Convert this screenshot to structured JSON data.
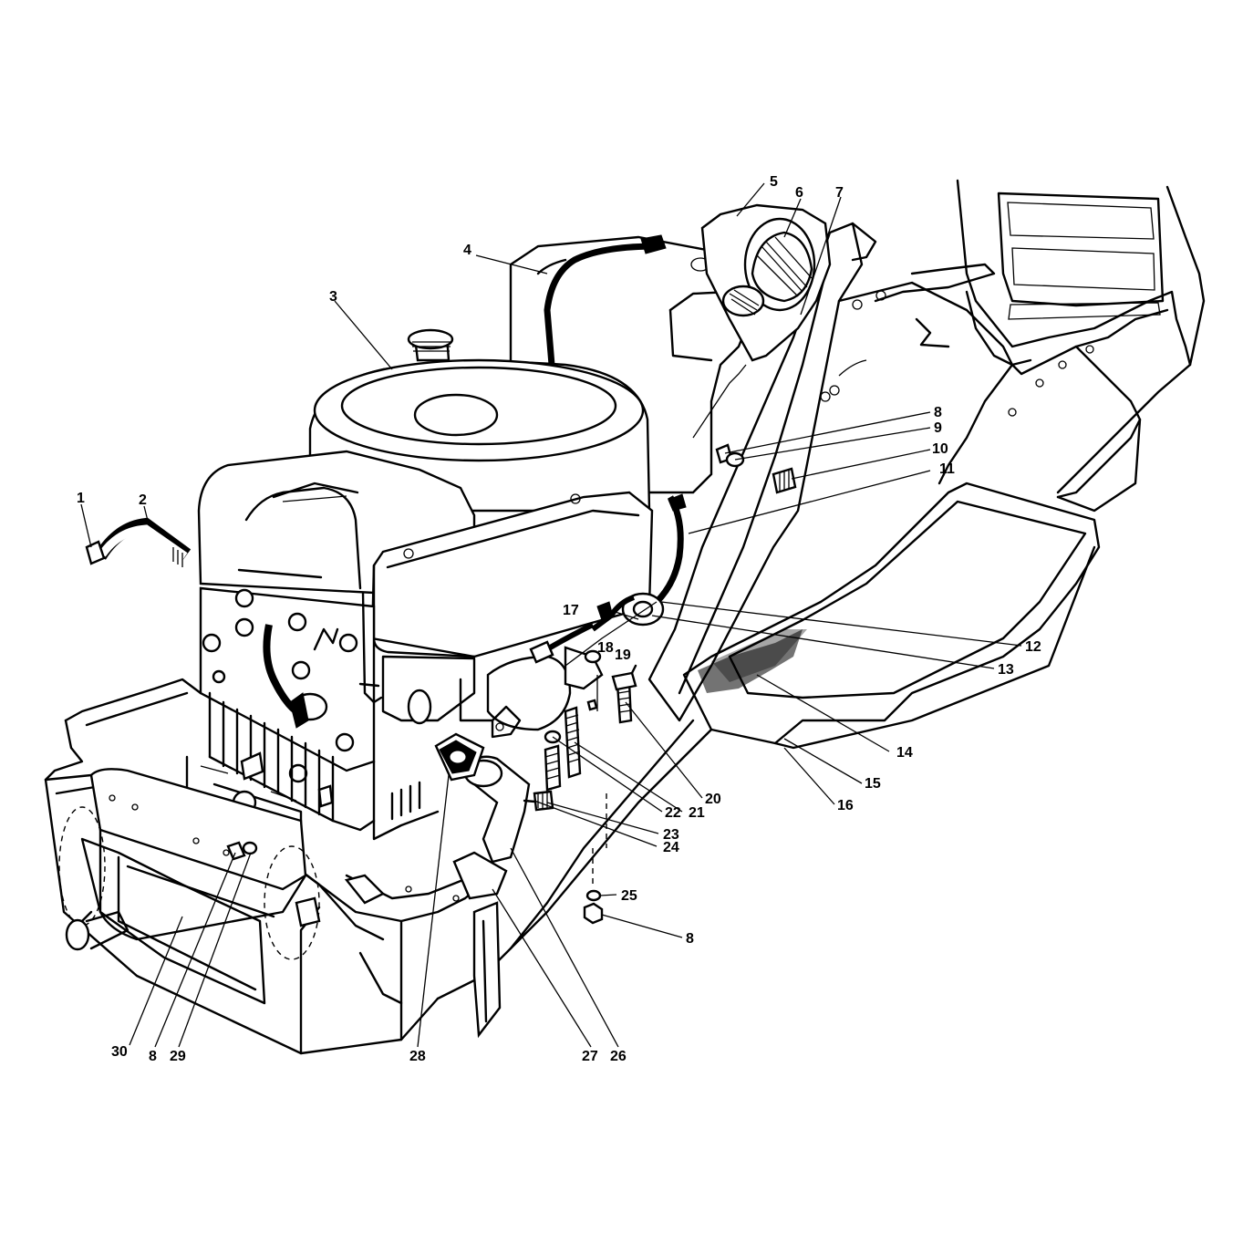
{
  "diagram": {
    "callouts": [
      {
        "id": "c1",
        "label": "1"
      },
      {
        "id": "c2",
        "label": "2"
      },
      {
        "id": "c3",
        "label": "3"
      },
      {
        "id": "c4",
        "label": "4"
      },
      {
        "id": "c5",
        "label": "5"
      },
      {
        "id": "c6",
        "label": "6"
      },
      {
        "id": "c7",
        "label": "7"
      },
      {
        "id": "c8a",
        "label": "8"
      },
      {
        "id": "c9",
        "label": "9"
      },
      {
        "id": "c10",
        "label": "10"
      },
      {
        "id": "c11",
        "label": "11"
      },
      {
        "id": "c12",
        "label": "12"
      },
      {
        "id": "c13",
        "label": "13"
      },
      {
        "id": "c14",
        "label": "14"
      },
      {
        "id": "c15",
        "label": "15"
      },
      {
        "id": "c16",
        "label": "16"
      },
      {
        "id": "c17",
        "label": "17"
      },
      {
        "id": "c18",
        "label": "18"
      },
      {
        "id": "c19",
        "label": "19"
      },
      {
        "id": "c20",
        "label": "20"
      },
      {
        "id": "c21",
        "label": "21"
      },
      {
        "id": "c22",
        "label": "22"
      },
      {
        "id": "c23",
        "label": "23"
      },
      {
        "id": "c24",
        "label": "24"
      },
      {
        "id": "c25",
        "label": "25"
      },
      {
        "id": "c8b",
        "label": "8"
      },
      {
        "id": "c26",
        "label": "26"
      },
      {
        "id": "c27",
        "label": "27"
      },
      {
        "id": "c28",
        "label": "28"
      },
      {
        "id": "c29",
        "label": "29"
      },
      {
        "id": "c8c",
        "label": "8"
      },
      {
        "id": "c30",
        "label": "30"
      }
    ]
  }
}
